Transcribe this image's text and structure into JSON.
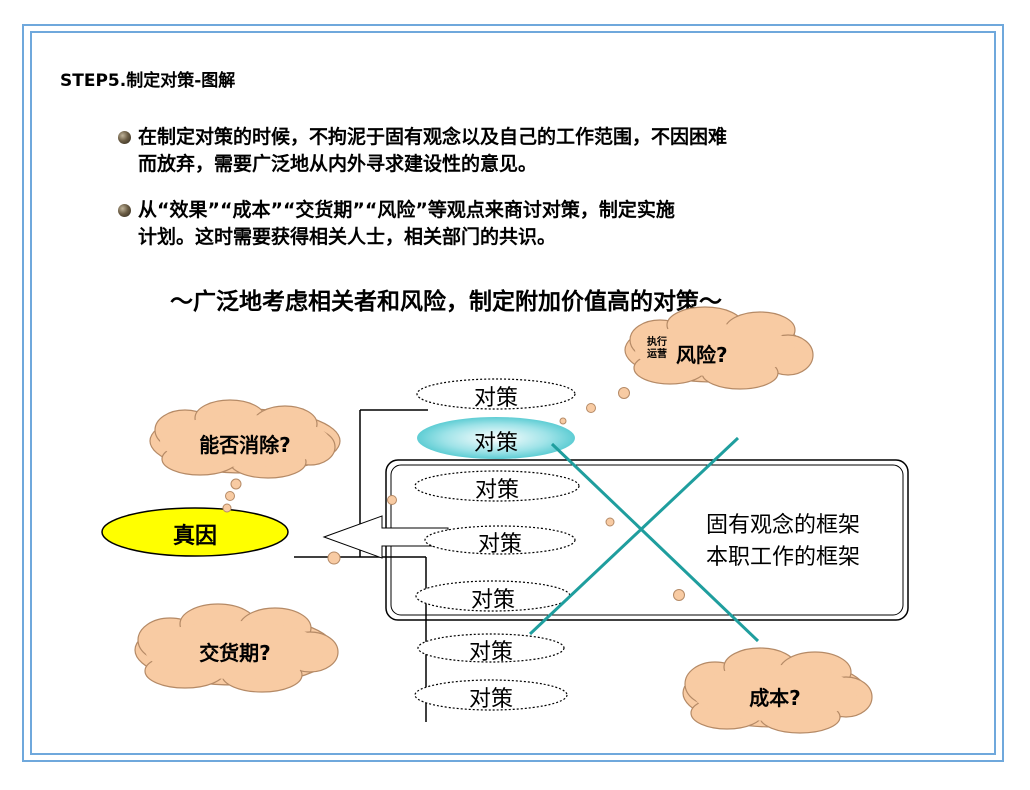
{
  "slide": {
    "step_title": "STEP5.制定对策-图解",
    "bullets": [
      {
        "line1": "在制定对策的时候，不拘泥于固有观念以及自己的工作范围，不因困难",
        "line2": "而放弃，需要广泛地从内外寻求建设性的意见。"
      },
      {
        "line1": "从“效果”“成本”“交货期”“风险”等观点来商讨对策，制定实施",
        "line2": "计划。这时需要获得相关人士，相关部门的共识。"
      }
    ],
    "subtitle": "～广泛地考虑相关者和风险，制定附加价值高的对策～"
  },
  "diagram": {
    "root_cause": "真因",
    "measure_label": "对策",
    "measures_count_label": "7",
    "clouds": {
      "eliminate": "能否消除?",
      "risk_small_1": "执行",
      "risk_small_2": "运营",
      "risk": "风险?",
      "delivery": "交货期?",
      "cost": "成本?"
    },
    "framework_line1": "固有观念的框架",
    "framework_line2": "本职工作的框架"
  },
  "colors": {
    "frame_border": "#6fa8dc",
    "cloud_fill": "#f8cba3",
    "cloud_stroke": "#b58a66",
    "root_fill": "#ffff00",
    "highlight_measure": "#40c8cf",
    "cross_line": "#1f9e9e"
  }
}
